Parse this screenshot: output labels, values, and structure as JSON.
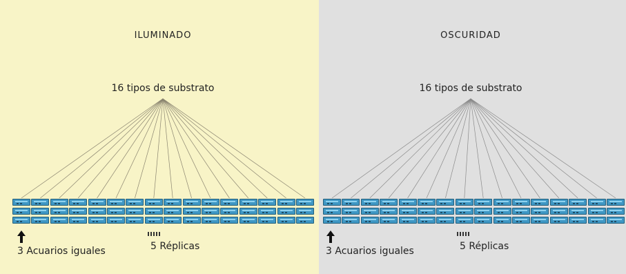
{
  "colors": {
    "left_bg": "#f8f4c7",
    "right_bg": "#e0e0e0",
    "tank": "#3f97c4"
  },
  "panels": [
    {
      "id": "iluminado",
      "title": "ILUMINADO",
      "subtitle": "16 tipos de substrato",
      "aquaria_label": "3 Acuarios iguales",
      "replicas_label": "5 Réplicas"
    },
    {
      "id": "oscuridad",
      "title": "OSCURIDAD",
      "subtitle": "16 tipos de substrato",
      "aquaria_label": "3 Acuarios iguales",
      "replicas_label": "5 Réplicas"
    }
  ],
  "structure": {
    "substrate_types": 16,
    "aquaria_per_substrate": 3,
    "replicas": 5
  }
}
